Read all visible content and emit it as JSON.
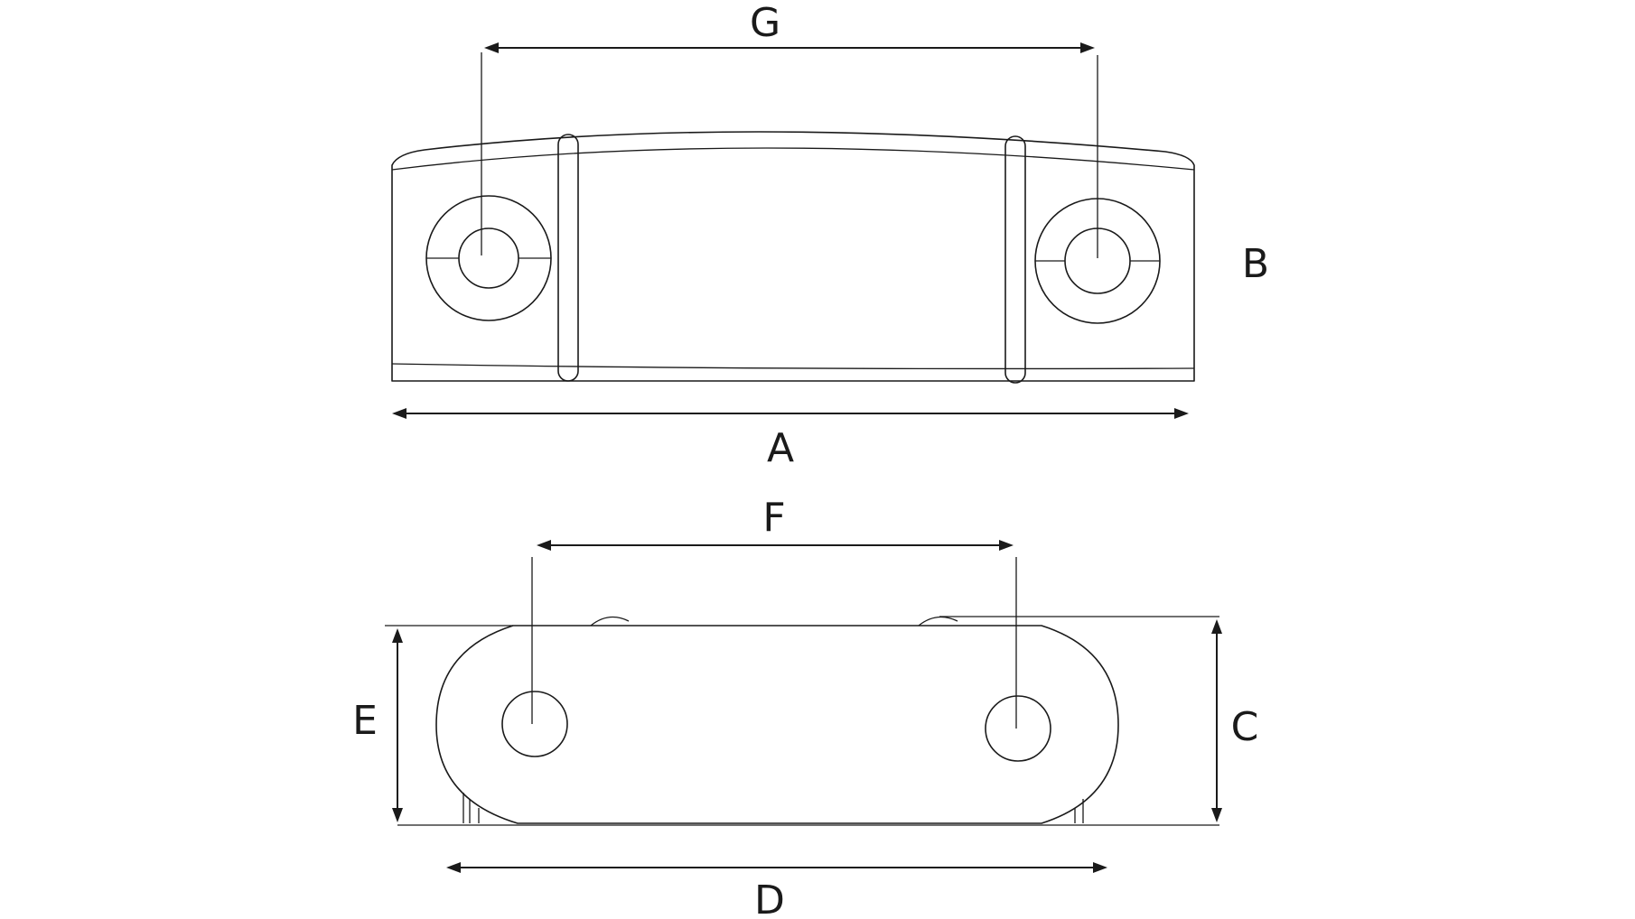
{
  "dimensions": {
    "A": "A",
    "B": "B",
    "C": "C",
    "D": "D",
    "E": "E",
    "F": "F",
    "G": "G"
  },
  "colors": {
    "line": "#1a1a1a",
    "background": "#ffffff"
  }
}
